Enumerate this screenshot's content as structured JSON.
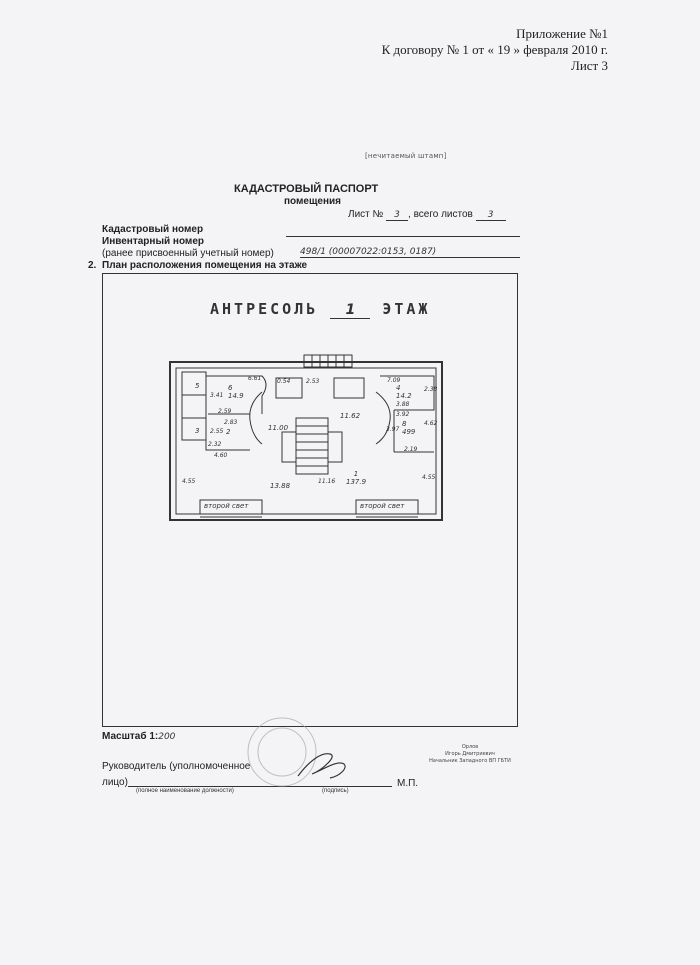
{
  "header": {
    "annex": "Приложение №1",
    "contract": "К договору № 1 от « 19 » февраля 2010 г.",
    "sheet": "Лист 3"
  },
  "stamp_top": "[нечитаемый штамп]",
  "passport": {
    "title": "КАДАСТРОВЫЙ ПАСПОРТ",
    "subtitle": "помещения",
    "sheet_label": "Лист №",
    "sheet_no": "3",
    "total_label": ", всего листов",
    "total_no": "3",
    "cadastral_label": "Кадастровый номер",
    "inventory_label": "Инвентарный номер",
    "prior_label": "(ранее присвоенный учетный номер)",
    "prior_value": "498/1 (00007022:0153, 0187)",
    "plan_num": "2.",
    "plan_label": "План расположения помещения на этаже"
  },
  "plan": {
    "floor_title_a": "АНТРЕСОЛЬ",
    "floor_num": "1",
    "floor_title_b": "ЭТАЖ",
    "rooms": [
      {
        "id": "1",
        "area": "137.9"
      },
      {
        "id": "2",
        "area": ""
      },
      {
        "id": "3",
        "area": ""
      },
      {
        "id": "4",
        "area": "14.2"
      },
      {
        "id": "5",
        "area": ""
      },
      {
        "id": "6",
        "area": "14.9"
      },
      {
        "id": "8",
        "area": "499"
      }
    ],
    "dims": [
      "6.61",
      "0.54",
      "2.53",
      "7.09",
      "2.38",
      "3.41",
      "2.59",
      "2.83",
      "2.55",
      "2.32",
      "4.60",
      "11.00",
      "11.62",
      "3.88",
      "3.92",
      "4.62",
      "2.19",
      "4.55",
      "13.88",
      "11.16",
      "4.55",
      "3.97"
    ],
    "void_left": "второй свет",
    "void_right": "второй свет"
  },
  "footer": {
    "scale_label": "Масштаб 1:",
    "scale_value": "200",
    "head_label_a": "Руководитель (уполномоченное",
    "head_label_b": "лицо)",
    "position_caption": "(полное наименование должности)",
    "signature_caption": "(подпись)",
    "seal_label": "М.П.",
    "signer_lines": [
      "Орлов",
      "Игорь Дмитриевич",
      "Начальник Западного ВП ГБТИ"
    ]
  }
}
